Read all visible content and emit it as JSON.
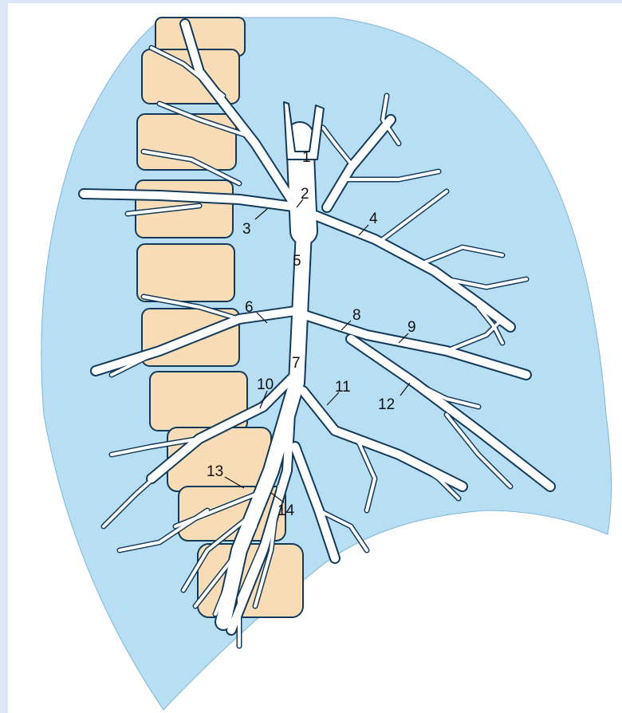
{
  "colors": {
    "page_background": "#dde6f6",
    "lung": "#b7def2",
    "vertebra": "#f8dcb6",
    "airway": "#ffffff",
    "outline": "#123a5a"
  },
  "labels": [
    "1",
    "2",
    "3",
    "4",
    "5",
    "6",
    "7",
    "8",
    "9",
    "10",
    "11",
    "12",
    "13",
    "14"
  ]
}
